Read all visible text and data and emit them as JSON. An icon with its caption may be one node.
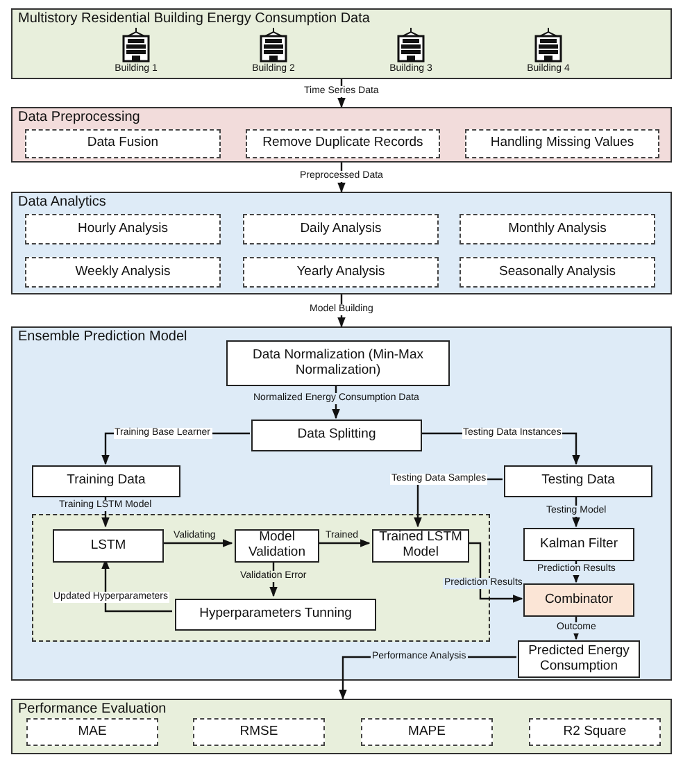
{
  "diagram": {
    "nodes": [
      {
        "text": [
          "Multistory Residential Building Energy Consumption Data"
        ]
      },
      {
        "text": [
          "Building 1"
        ],
        "in": 0
      },
      {
        "text": [
          "Building 2"
        ],
        "in": 0
      },
      {
        "text": [
          "Building 3"
        ],
        "in": 0
      },
      {
        "text": [
          "Building 4"
        ],
        "in": 0
      },
      {
        "text": [
          "Data Preprocessing"
        ]
      },
      {
        "text": [
          "Data Fusion"
        ],
        "in": 5
      },
      {
        "text": [
          "Remove Duplicate Records"
        ],
        "in": 5
      },
      {
        "text": [
          "Handling Missing Values"
        ],
        "in": 5
      },
      {
        "text": [
          "Data Analytics"
        ]
      },
      {
        "text": [
          "Hourly Analysis"
        ],
        "in": 9
      },
      {
        "text": [
          "Daily Analysis"
        ],
        "in": 9
      },
      {
        "text": [
          "Monthly Analysis"
        ],
        "in": 9
      },
      {
        "text": [
          "Weekly Analysis"
        ],
        "in": 9
      },
      {
        "text": [
          "Yearly Analysis"
        ],
        "in": 9
      },
      {
        "text": [
          "Seasonally Analysis"
        ],
        "in": 9
      },
      {
        "text": [
          "Ensemble Prediction Model"
        ]
      },
      {
        "text": [
          "Data Normalization (Min-Max Normalization)"
        ],
        "in": 16
      },
      {
        "text": [
          "Data Splitting"
        ],
        "in": 16
      },
      {
        "text": [
          "Training Data"
        ],
        "in": 16
      },
      {
        "text": [
          "Testing Data"
        ],
        "in": 16
      },
      {
        "text": [],
        "shape": "box",
        "in": 16
      },
      {
        "text": [
          "LSTM"
        ],
        "in": 21
      },
      {
        "text": [
          "Model Validation"
        ],
        "in": 21
      },
      {
        "text": [
          "Trained LSTM Model"
        ],
        "in": 21
      },
      {
        "text": [
          "Hyperparameters Tunning"
        ],
        "in": 21
      },
      {
        "text": [
          "Kalman Filter"
        ],
        "in": 16
      },
      {
        "text": [
          "Combinator"
        ],
        "in": 16
      },
      {
        "text": [
          "Predicted Energy Consumption"
        ],
        "in": 16
      },
      {
        "text": [
          "Performance Evaluation"
        ]
      },
      {
        "text": [
          "MAE"
        ],
        "in": 29
      },
      {
        "text": [
          "RMSE"
        ],
        "in": 29
      },
      {
        "text": [
          "MAPE"
        ],
        "in": 29
      },
      {
        "text": [
          "R2 Square"
        ],
        "in": 29
      }
    ],
    "edges": [
      {
        "from": 0,
        "to": 5,
        "arrow": "to",
        "label": "Time Series Data"
      },
      {
        "from": 5,
        "to": 9,
        "arrow": "to",
        "label": "Preprocessed Data"
      },
      {
        "from": 9,
        "to": 16,
        "arrow": "to",
        "label": "Model Building"
      },
      {
        "from": 17,
        "to": 18,
        "arrow": "to",
        "label": "Normalized Energy Consumption Data"
      },
      {
        "from": 18,
        "to": 19,
        "arrow": "to",
        "label": "Training Base Learner"
      },
      {
        "from": 18,
        "to": 20,
        "arrow": "to",
        "label": "Testing Data Instances"
      },
      {
        "from": 19,
        "to": 22,
        "arrow": "to",
        "label": "Training LSTM Model"
      },
      {
        "from": 22,
        "to": 23,
        "arrow": "to",
        "label": "Validating"
      },
      {
        "from": 23,
        "to": 24,
        "arrow": "to",
        "label": "Trained"
      },
      {
        "from": 23,
        "to": 25,
        "arrow": "to",
        "label": "Validation Error"
      },
      {
        "from": 25,
        "to": 22,
        "arrow": "to",
        "label": "Updated Hyperparameters"
      },
      {
        "from": 20,
        "to": 24,
        "arrow": "to",
        "label": "Testing Data Samples"
      },
      {
        "from": 20,
        "to": 26,
        "arrow": "to",
        "label": "Testing Model"
      },
      {
        "from": 24,
        "to": 27,
        "arrow": "to",
        "label": "Prediction Results"
      },
      {
        "from": 26,
        "to": 27,
        "arrow": "to",
        "label": "Prediction Results"
      },
      {
        "from": 27,
        "to": 28,
        "arrow": "to",
        "label": "Outcome"
      },
      {
        "from": 28,
        "to": 29,
        "arrow": "to",
        "label": "Performance Analysis"
      }
    ]
  }
}
